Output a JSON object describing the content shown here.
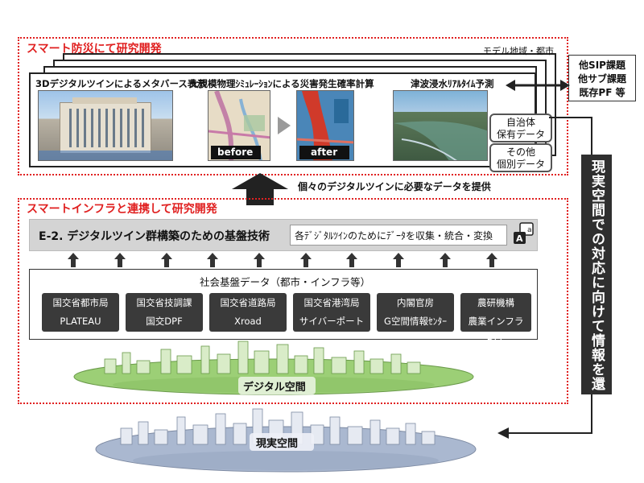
{
  "top_section": {
    "title": "スマート防災にて研究開発",
    "model_label": "モデル地域・都市",
    "caption_1": "3Dデジタルツインによるメタバース表示",
    "caption_2": "大規模物理ｼﾐｭﾚｰｼｮﾝによる災害発生確率計算",
    "caption_3": "津波浸水ﾘｱﾙﾀｲﾑ予測",
    "before_label": "before",
    "after_label": "after",
    "municipal_data": [
      "自治体",
      "保有データ"
    ],
    "other_data": [
      "その他",
      "個別データ"
    ]
  },
  "external": {
    "lines": [
      "他SIP課題",
      "他サブ課題",
      "既存PF 等"
    ]
  },
  "provide_label": "個々のデジタルツインに必要なデータを提供",
  "vertical_label": "現実空間での対応に向けて情報を還元",
  "bottom_section": {
    "title": "スマートインフラと連携して研究開発",
    "e2_title": "E-2. デジタルツイン群構築のための基盤技術",
    "e2_desc": "各ﾃﾞｼﾞﾀﾙﾂｲﾝのためにﾃﾞｰﾀを収集・統合・変換",
    "social_data_title": "社会基盤データ（都市・インフラ等）",
    "sources": [
      {
        "line1": "国交省都市局",
        "line2": "PLATEAU"
      },
      {
        "line1": "国交省技調課",
        "line2": "国交DPF"
      },
      {
        "line1": "国交省道路局",
        "line2": "Xroad"
      },
      {
        "line1": "国交省港湾局",
        "line2": "サイバーポート"
      },
      {
        "line1": "内閣官房",
        "line2": "G空間情報ｾﾝﾀｰ"
      },
      {
        "line1": "農研機構",
        "line2": "農業インフラDPF"
      }
    ],
    "digital_space": "デジタル空間"
  },
  "real_space": "現実空間",
  "colors": {
    "red": "#e02020",
    "dark_button": "#3a3a3a",
    "e2_band": "#d4d4d4",
    "digital_green": "#9ccf76",
    "real_blue": "#aab8d0"
  }
}
